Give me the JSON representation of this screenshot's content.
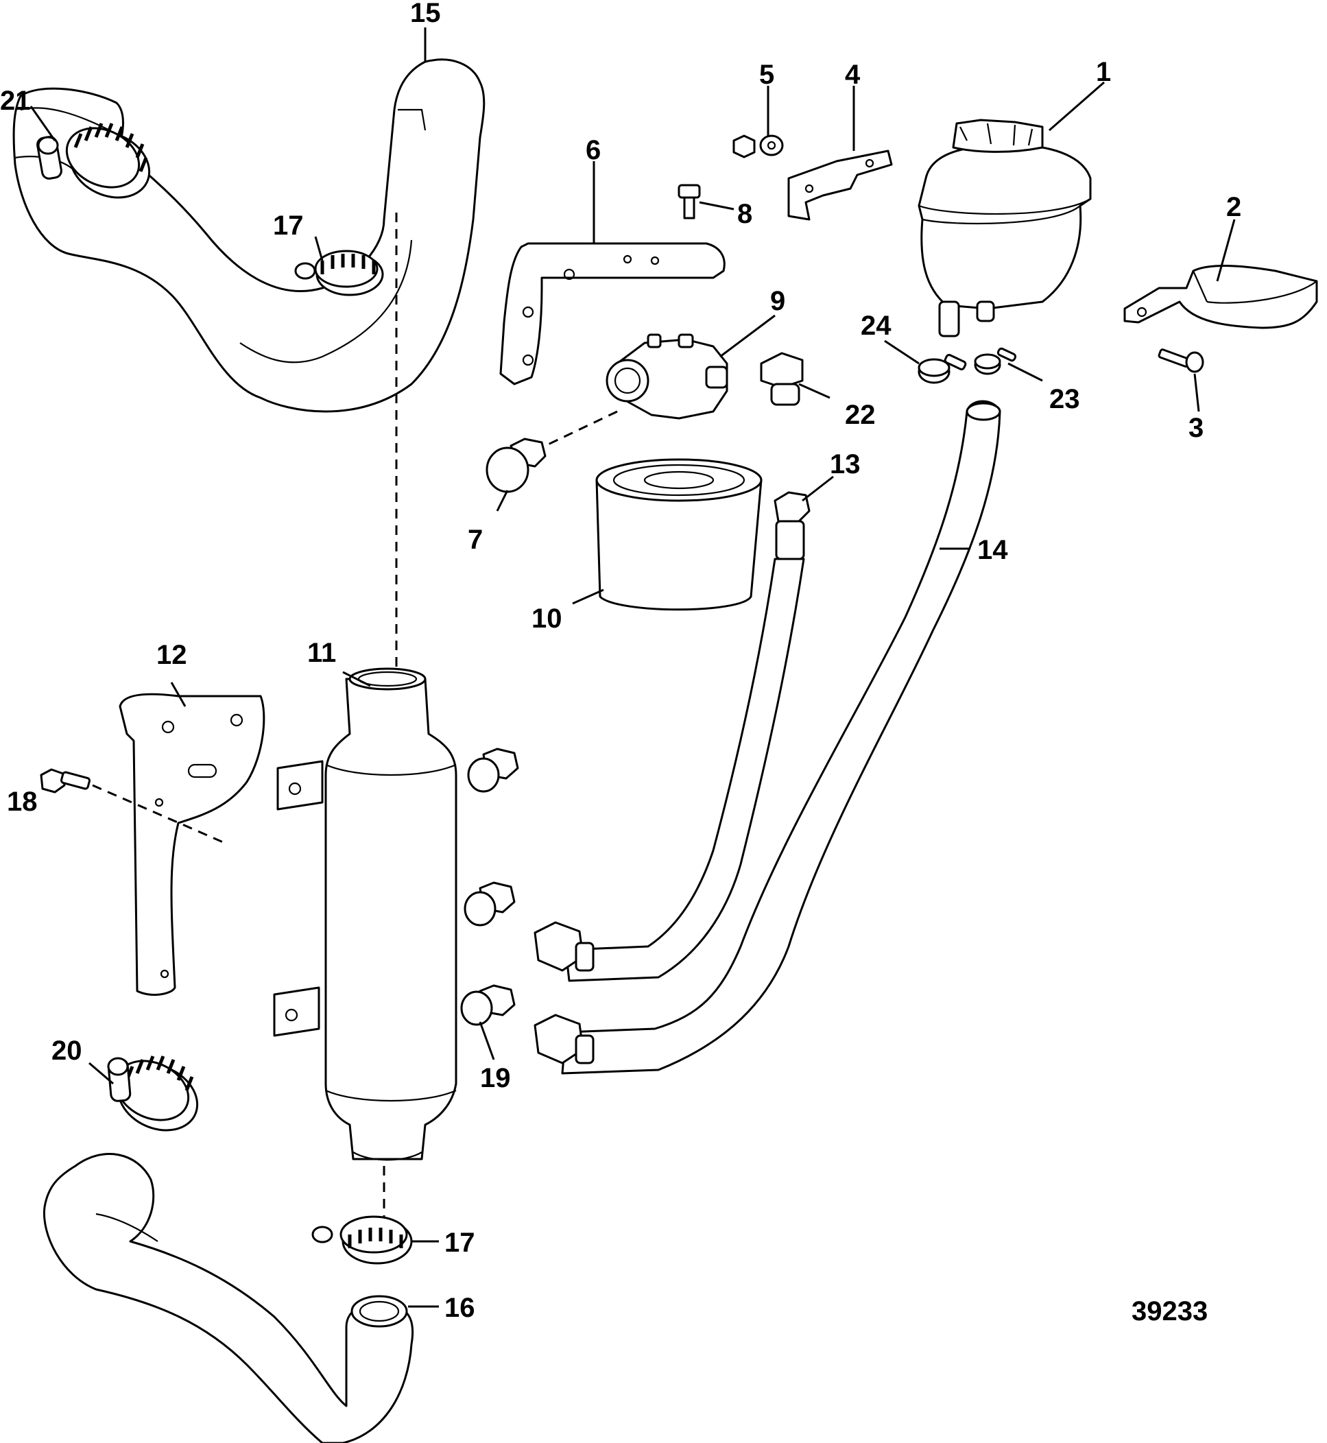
{
  "figure": {
    "type": "exploded parts diagram",
    "figure_number": "39233"
  },
  "callouts": [
    {
      "id": "c1",
      "number": "1",
      "part": "power steering fluid reservoir with cap"
    },
    {
      "id": "c2",
      "number": "2",
      "part": "reservoir mounting strap bracket"
    },
    {
      "id": "c3",
      "number": "3",
      "part": "screw"
    },
    {
      "id": "c4",
      "number": "4",
      "part": "small bracket"
    },
    {
      "id": "c5",
      "number": "5",
      "part": "nut and washer"
    },
    {
      "id": "c6",
      "number": "6",
      "part": "filter mounting bracket"
    },
    {
      "id": "c7",
      "number": "7",
      "part": "plug"
    },
    {
      "id": "c8",
      "number": "8",
      "part": "screw"
    },
    {
      "id": "c9",
      "number": "9",
      "part": "filter adapter"
    },
    {
      "id": "c10",
      "number": "10",
      "part": "oil filter"
    },
    {
      "id": "c11",
      "number": "11",
      "part": "cooler"
    },
    {
      "id": "c12",
      "number": "12",
      "part": "cooler mounting bracket"
    },
    {
      "id": "c13",
      "number": "13",
      "part": "fitting"
    },
    {
      "id": "c14",
      "number": "14",
      "part": "hose"
    },
    {
      "id": "c15",
      "number": "15",
      "part": "upper water hose"
    },
    {
      "id": "c16",
      "number": "16",
      "part": "lower water hose"
    },
    {
      "id": "c17a",
      "number": "17",
      "part": "hose clamp (upper)"
    },
    {
      "id": "c17b",
      "number": "17",
      "part": "hose clamp (lower)"
    },
    {
      "id": "c18",
      "number": "18",
      "part": "screw"
    },
    {
      "id": "c19",
      "number": "19",
      "part": "plug"
    },
    {
      "id": "c20",
      "number": "20",
      "part": "hose clamp"
    },
    {
      "id": "c21",
      "number": "21",
      "part": "hose clamp"
    },
    {
      "id": "c22",
      "number": "22",
      "part": "elbow fitting"
    },
    {
      "id": "c23",
      "number": "23",
      "part": "hose clamp (small)"
    },
    {
      "id": "c24",
      "number": "24",
      "part": "hose clamp"
    }
  ],
  "colors": {
    "background": "#ffffff",
    "line": "#000000"
  }
}
